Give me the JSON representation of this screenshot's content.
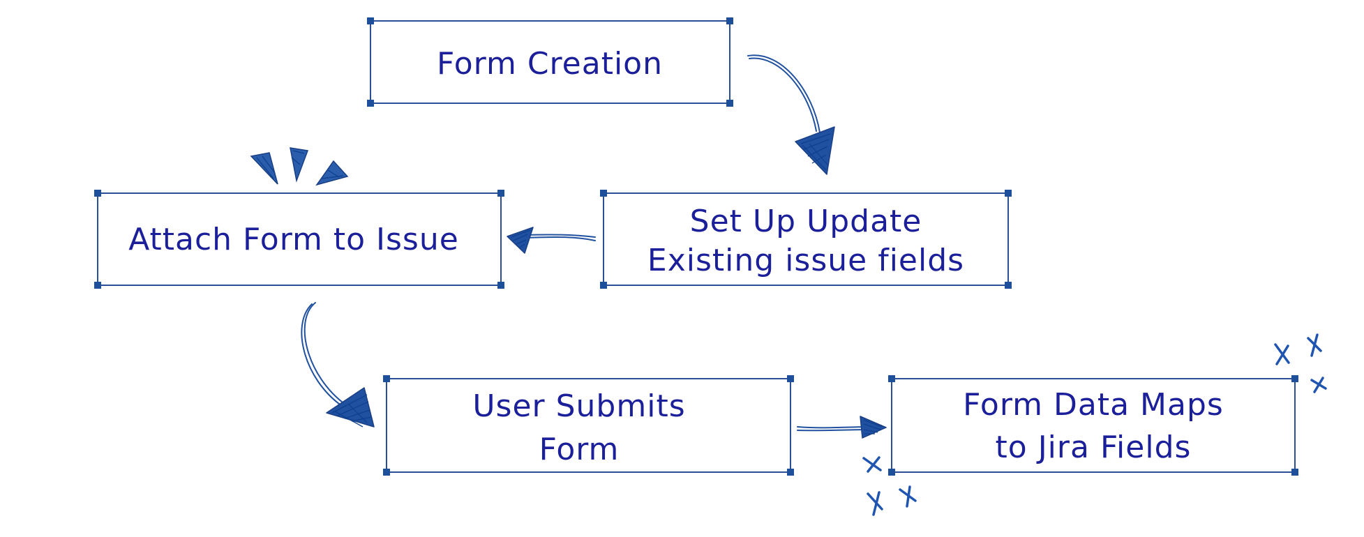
{
  "diagram": {
    "nodes": [
      {
        "id": "form-creation",
        "lines": [
          "Form Creation"
        ]
      },
      {
        "id": "set-up-update",
        "lines": [
          "Set Up Update",
          "Existing issue fields"
        ]
      },
      {
        "id": "attach-form",
        "lines": [
          "Attach Form to Issue"
        ]
      },
      {
        "id": "user-submits",
        "lines": [
          "User Submits",
          "Form"
        ]
      },
      {
        "id": "form-data-maps",
        "lines": [
          "Form Data Maps",
          "to Jira Fields"
        ]
      }
    ],
    "edges": [
      {
        "from": "form-creation",
        "to": "set-up-update"
      },
      {
        "from": "set-up-update",
        "to": "attach-form"
      },
      {
        "from": "attach-form",
        "to": "user-submits"
      },
      {
        "from": "user-submits",
        "to": "form-data-maps"
      }
    ],
    "colors": {
      "text": "#1b1f9a",
      "stroke": "#2a4f97",
      "accent": "#2050a0"
    }
  }
}
